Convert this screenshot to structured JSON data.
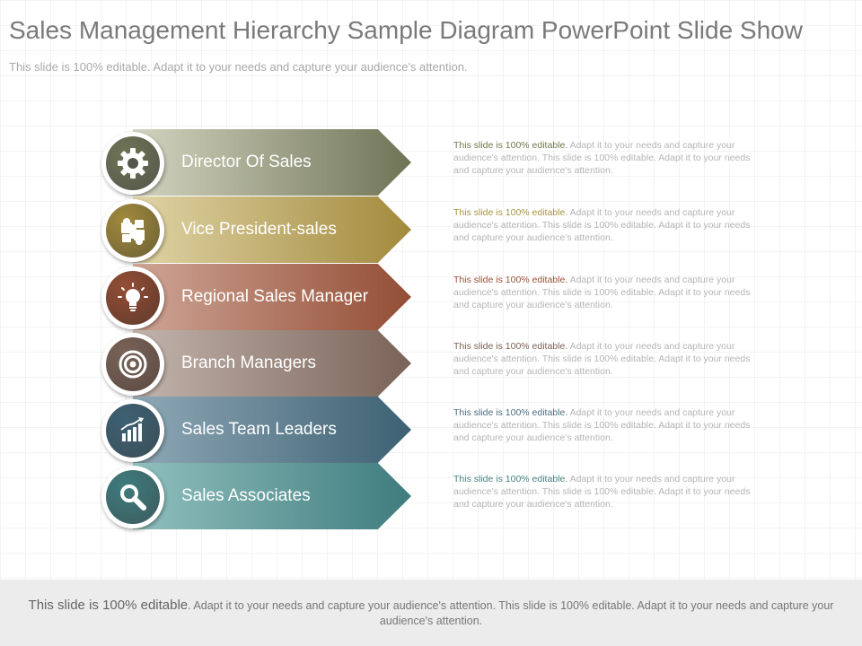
{
  "slide": {
    "title": "Sales Management Hierarchy Sample Diagram PowerPoint Slide Show",
    "subtitle": "This slide is 100% editable. Adapt it to your needs and capture your audience's attention."
  },
  "levels": [
    {
      "label": "Director Of Sales",
      "icon": "gear-icon",
      "color_light": "#d3d4c0",
      "color_dark": "#6f7456",
      "circle_color": "#54564a",
      "desc_lead": "This slide is 100% editable.",
      "desc_lead_color": "#6e7a4c",
      "desc_body": " Adapt it to your needs and capture your audience's attention. This slide is 100% editable. Adapt it to your needs and capture your audience's attention."
    },
    {
      "label": "Vice President-sales",
      "icon": "puzzle-icon",
      "color_light": "#e0d4a6",
      "color_dark": "#a28a3c",
      "circle_color": "#6b6136",
      "desc_lead": "This slide is 100% editable.",
      "desc_lead_color": "#a89442",
      "desc_body": " Adapt it to your needs and capture your audience's attention. This slide is 100% editable. Adapt it to your needs and capture your audience's attention."
    },
    {
      "label": "Regional Sales Manager",
      "icon": "lightbulb-icon",
      "color_light": "#cfa596",
      "color_dark": "#934e35",
      "circle_color": "#5f3a2c",
      "desc_lead": "This slide is 100% editable.",
      "desc_lead_color": "#9a5238",
      "desc_body": " Adapt it to your needs and capture your audience's attention. This slide is 100% editable. Adapt it to your needs and capture your audience's attention."
    },
    {
      "label": "Branch Managers",
      "icon": "target-icon",
      "color_light": "#c2b4ad",
      "color_dark": "#7a6358",
      "circle_color": "#5a4a42",
      "desc_lead": "This slide is 100% editable.",
      "desc_lead_color": "#7c6256",
      "desc_body": " Adapt it to your needs and capture your audience's attention. This slide is 100% editable. Adapt it to your needs and capture your audience's attention."
    },
    {
      "label": "Sales Team Leaders",
      "icon": "bar-chart-icon",
      "color_light": "#8fa8b6",
      "color_dark": "#3d6173",
      "circle_color": "#3b4e58",
      "desc_lead": "This slide is 100% editable.",
      "desc_lead_color": "#4b6e80",
      "desc_body": " Adapt it to your needs and capture your audience's attention. This slide is 100% editable. Adapt it to your needs and capture your audience's attention."
    },
    {
      "label": "Sales Associates",
      "icon": "magnifier-icon",
      "color_light": "#90c0be",
      "color_dark": "#3f7c7e",
      "circle_color": "#3c5a5c",
      "desc_lead": "This slide is 100% editable.",
      "desc_lead_color": "#4a8385",
      "desc_body": " Adapt it to your needs and capture your audience's attention. This slide is 100% editable. Adapt it to your needs and capture your audience's attention."
    }
  ],
  "footer": {
    "lead": "This slide is 100% editable",
    "body": ". Adapt it to your needs and capture your audience's attention. This slide is 100% editable. Adapt it to your needs and capture your audience's attention."
  }
}
